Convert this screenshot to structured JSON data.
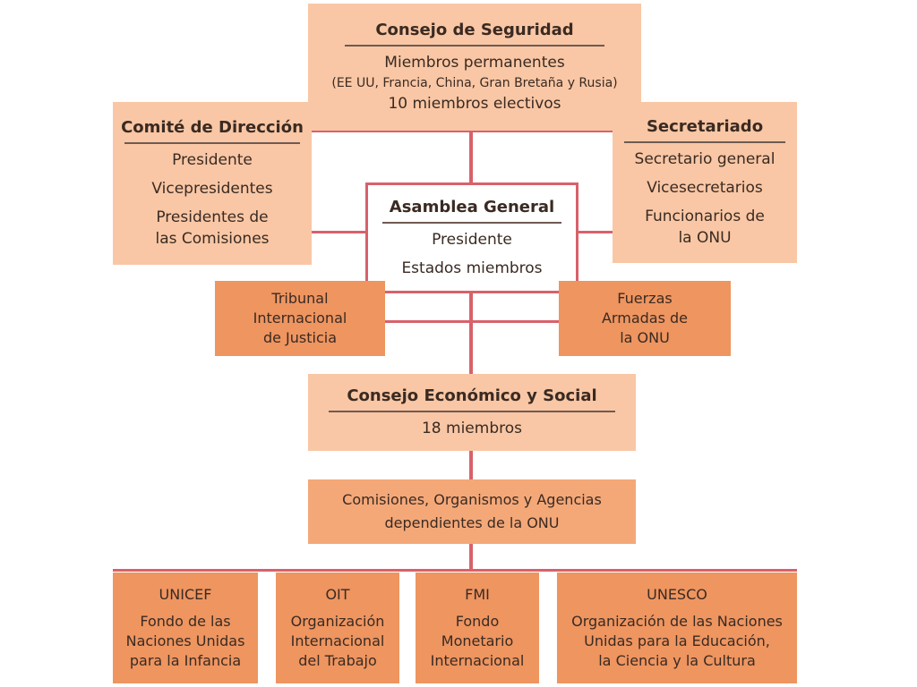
{
  "security_council": {
    "title": "Consejo de Seguridad",
    "permanent": "Miembros permanentes",
    "countries": "(EE UU, Francia, China, Gran Bretaña y Rusia)",
    "elective": "10 miembros electivos"
  },
  "steering_committee": {
    "title": "Comité de Dirección",
    "items": [
      "Presidente",
      "Vicepresidentes",
      "Presidentes de",
      "las Comisiones"
    ]
  },
  "secretariat": {
    "title": "Secretariado",
    "items": [
      "Secretario general",
      "Vicesecretarios",
      "Funcionarios de",
      "la ONU"
    ]
  },
  "general_assembly": {
    "title": "Asamblea General",
    "items": [
      "Presidente",
      "Estados miembros"
    ]
  },
  "court": {
    "lines": [
      "Tribunal",
      "Internacional",
      "de Justicia"
    ]
  },
  "armed_forces": {
    "lines": [
      "Fuerzas",
      "Armadas de",
      "la ONU"
    ]
  },
  "ecosoc": {
    "title": "Consejo Económico y Social",
    "members": "18 miembros"
  },
  "agencies": {
    "lines": [
      "Comisiones, Organismos y Agencias",
      "dependientes de la ONU"
    ]
  },
  "unicef": {
    "acronym": "UNICEF",
    "lines": [
      "Fondo de las",
      "Naciones Unidas",
      "para la Infancia"
    ]
  },
  "oit": {
    "acronym": "OIT",
    "lines": [
      "Organización",
      "Internacional",
      "del Trabajo"
    ]
  },
  "fmi": {
    "acronym": "FMI",
    "lines": [
      "Fondo",
      "Monetario",
      "Internacional"
    ]
  },
  "unesco": {
    "acronym": "UNESCO",
    "lines": [
      "Organización de las Naciones",
      "Unidas para la Educación,",
      "la Ciencia y la Cultura"
    ]
  },
  "colors": {
    "connector": "#d8616a",
    "light_box": "#f9c7a5",
    "mid_box": "#f4a878",
    "dark_box": "#ee9560"
  }
}
